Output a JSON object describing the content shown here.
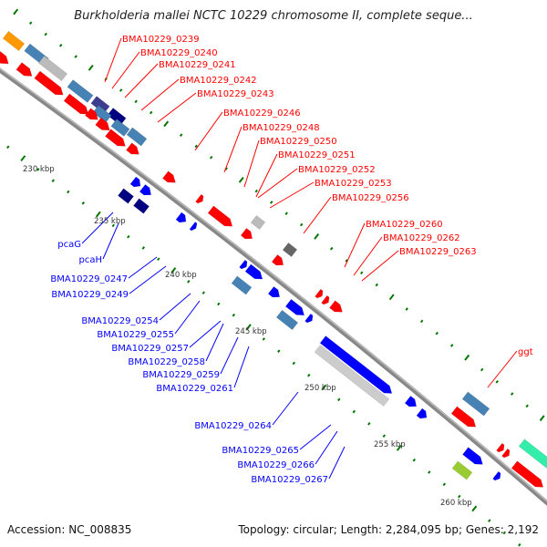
{
  "title": "Burkholderia mallei NCTC 10229 chromosome II, complete seque...",
  "footer": {
    "accession": "Accession: NC_008835",
    "summary": "Topology: circular; Length: 2,284,095 bp; Genes: 2,192"
  },
  "colors": {
    "forward_label": "#ff0000",
    "reverse_label": "#0000ff",
    "cds_forward": "#ff0000",
    "cds_reverse": "#0000ff",
    "backbone": "#888888",
    "ticks": "#007700"
  },
  "ruler": [
    "230 kbp",
    "235 kbp",
    "240 kbp",
    "245 kbp",
    "250 kbp",
    "255 kbp",
    "260 kbp"
  ],
  "forward_labels": [
    "BMA10229_0239",
    "BMA10229_0240",
    "BMA10229_0241",
    "BMA10229_0242",
    "BMA10229_0243",
    "BMA10229_0246",
    "BMA10229_0248",
    "BMA10229_0250",
    "BMA10229_0251",
    "BMA10229_0252",
    "BMA10229_0253",
    "BMA10229_0256",
    "BMA10229_0260",
    "BMA10229_0262",
    "BMA10229_0263",
    "ggt"
  ],
  "reverse_labels": [
    "pcaG",
    "pcaH",
    "BMA10229_0247",
    "BMA10229_0249",
    "BMA10229_0254",
    "BMA10229_0255",
    "BMA10229_0257",
    "BMA10229_0258",
    "BMA10229_0259",
    "BMA10229_0261",
    "BMA10229_0264",
    "BMA10229_0265",
    "BMA10229_0266",
    "BMA10229_0267"
  ]
}
